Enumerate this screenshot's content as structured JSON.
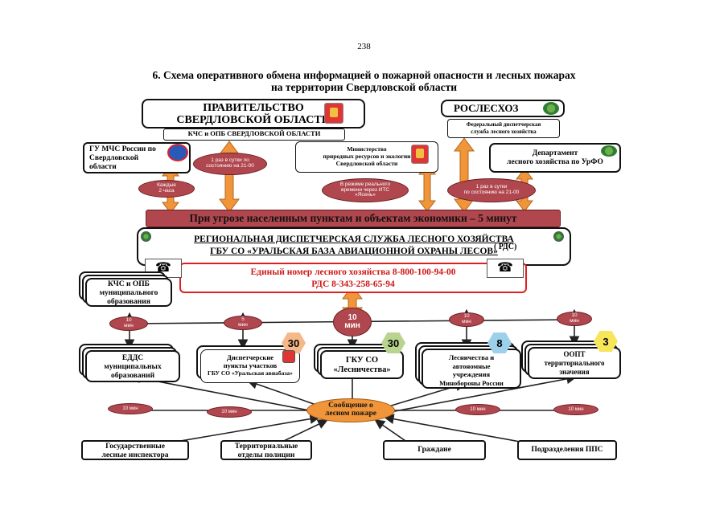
{
  "page_number": "238",
  "title_line1": "6. Схема оперативного обмена информацией о пожарной опасности и лесных пожарах",
  "title_line2": "на территории Свердловской области",
  "gov": {
    "line1": "ПРАВИТЕЛЬСТВО",
    "line2": "СВЕРДЛОВСКОЙ ОБЛАСТИ",
    "sub": "КЧС и ОПБ СВЕРДЛОВСКОЙ ОБЛАСТИ"
  },
  "rosleshoz": {
    "title": "РОСЛЕСХОЗ",
    "sub_line1": "Федеральный диспетчерская",
    "sub_line2": "служба лесного хозяйства"
  },
  "mchs": {
    "line1": "ГУ МЧС России по",
    "line2": "Свердловской",
    "line3": "области"
  },
  "ministry": {
    "line1": "Министерство",
    "line2": "природных ресурсов и экологии",
    "line3": "Свердловской области"
  },
  "department": {
    "line1": "Департамент",
    "line2": "лесного хозяйства по УрФО"
  },
  "ovals": {
    "every2h_1": "Каждые",
    "every2h_2": "2 часа",
    "once_gov_1": "1 раз в сутки по",
    "once_gov_2": "состоянию на 21-00",
    "realtime_1": "В режиме реального",
    "realtime_2": "времени через ИТС",
    "realtime_3": "«Ясень»",
    "once_dep_1": "1 раз в сутки",
    "once_dep_2": "по состоянию на 21-00",
    "m10": "10",
    "min": "мин",
    "m5": "5",
    "big10": "10",
    "big_min": "мин",
    "m10_label": "10 мин"
  },
  "threat_banner": "При угрозе населенным пунктам и объектам экономики – 5 минут",
  "rds": {
    "line1": "РЕГИОНАЛЬНАЯ ДИСПЕТЧЕРСКАЯ СЛУЖБА ЛЕСНОГО ХОЗЯЙСТВА",
    "line2": "ГБУ СО «УРАЛЬСКАЯ БАЗА АВИАЦИОННОЙ ОХРАНЫ ЛЕСОВ»",
    "abbr": "( РДС)"
  },
  "hotline": {
    "line1": "Единый номер лесного хозяйства 8-800-100-94-00",
    "line2": "РДС 8-343-258-65-94"
  },
  "kchs_mun": {
    "line1": "КЧС и ОПБ",
    "line2": "муниципального",
    "line3": "образования"
  },
  "edds": {
    "line1": "ЕДДС",
    "line2": "муниципальных",
    "line3": "образований"
  },
  "dispatch": {
    "line1": "Диспетчерские",
    "line2": "пункты участков",
    "line3": "ГБУ СО «Уральская авиабаза»",
    "count": "30"
  },
  "gku": {
    "line1": "ГКУ СО",
    "line2": "«Лесничества»",
    "count": "30"
  },
  "forestry": {
    "line1": "Лесничества и",
    "line2": "автономные",
    "line3": "учреждения",
    "line4": "Минобороны России",
    "count": "8"
  },
  "oopt": {
    "line1": "ООПТ",
    "line2": "территориального",
    "line3": "значения",
    "count": "3"
  },
  "fire_report": {
    "line1": "Сообщение о",
    "line2": "лесном пожаре"
  },
  "sources": {
    "inspectors_1": "Государственные",
    "inspectors_2": "лесные инспектора",
    "police_1": "Территориальные",
    "police_2": "отделы полиции",
    "citizens": "Граждане",
    "pps": "Подразделения ППС"
  },
  "colors": {
    "oval": "#b0474e",
    "banner": "#b0474e",
    "arrow_orange": "#f0953a",
    "hotline_border": "#e02020",
    "hotline_text": "#d01818",
    "hex_orange": "#f5b889",
    "hex_green": "#b9d48f",
    "hex_blue": "#9dd0ea",
    "hex_yellow": "#f7e55a"
  },
  "icons": [
    "emblem-icon",
    "mchs-emblem-icon",
    "rosleshoz-logo-icon",
    "forest-logo-icon",
    "phone-icon"
  ]
}
